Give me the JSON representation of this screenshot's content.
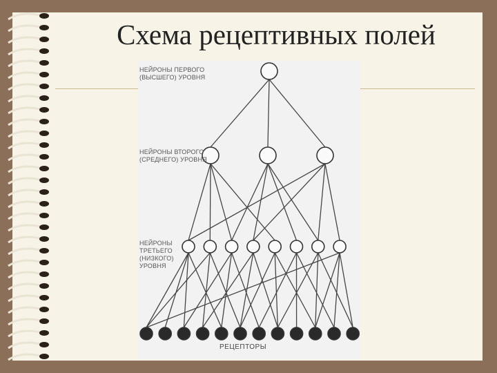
{
  "slide": {
    "title": "Схема рецептивных полей",
    "colors": {
      "frame": "#8b6f58",
      "paper": "#f7f4e7",
      "rule": "#c9b98c"
    }
  },
  "diagram": {
    "labels": {
      "level1": "НЕЙРОНЫ  ПЕРВОГО\n(ВЫСШЕГО) УРОВНЯ",
      "level2": "НЕЙРОНЫ ВТОРОГО\n(СРЕДНЕГО) УРОВНЯ",
      "level3": "НЕЙРОНЫ\nТРЕТЬЕГО\n(НИЗКОГО)\nУРОВНЯ",
      "receptors": "РЕЦЕПТОРЫ"
    },
    "counts": {
      "level1": 1,
      "level2": 3,
      "level3": 8,
      "receptors": 12
    },
    "connections_l2_l3": [
      [
        0,
        0
      ],
      [
        0,
        1
      ],
      [
        0,
        2
      ],
      [
        0,
        4
      ],
      [
        1,
        2
      ],
      [
        1,
        3
      ],
      [
        1,
        5
      ],
      [
        1,
        6
      ],
      [
        2,
        0
      ],
      [
        2,
        3
      ],
      [
        2,
        6
      ],
      [
        2,
        7
      ]
    ],
    "connections_l3_receptors": [
      [
        0,
        0
      ],
      [
        0,
        1
      ],
      [
        0,
        2
      ],
      [
        0,
        4
      ],
      [
        1,
        0
      ],
      [
        1,
        3
      ],
      [
        1,
        5
      ],
      [
        2,
        2
      ],
      [
        2,
        4
      ],
      [
        2,
        6
      ],
      [
        3,
        3
      ],
      [
        3,
        5
      ],
      [
        3,
        7
      ],
      [
        4,
        5
      ],
      [
        4,
        7
      ],
      [
        4,
        9
      ],
      [
        5,
        6
      ],
      [
        5,
        8
      ],
      [
        5,
        10
      ],
      [
        6,
        7
      ],
      [
        6,
        9
      ],
      [
        6,
        11
      ],
      [
        7,
        0
      ],
      [
        7,
        9
      ],
      [
        7,
        10
      ],
      [
        7,
        11
      ]
    ]
  }
}
